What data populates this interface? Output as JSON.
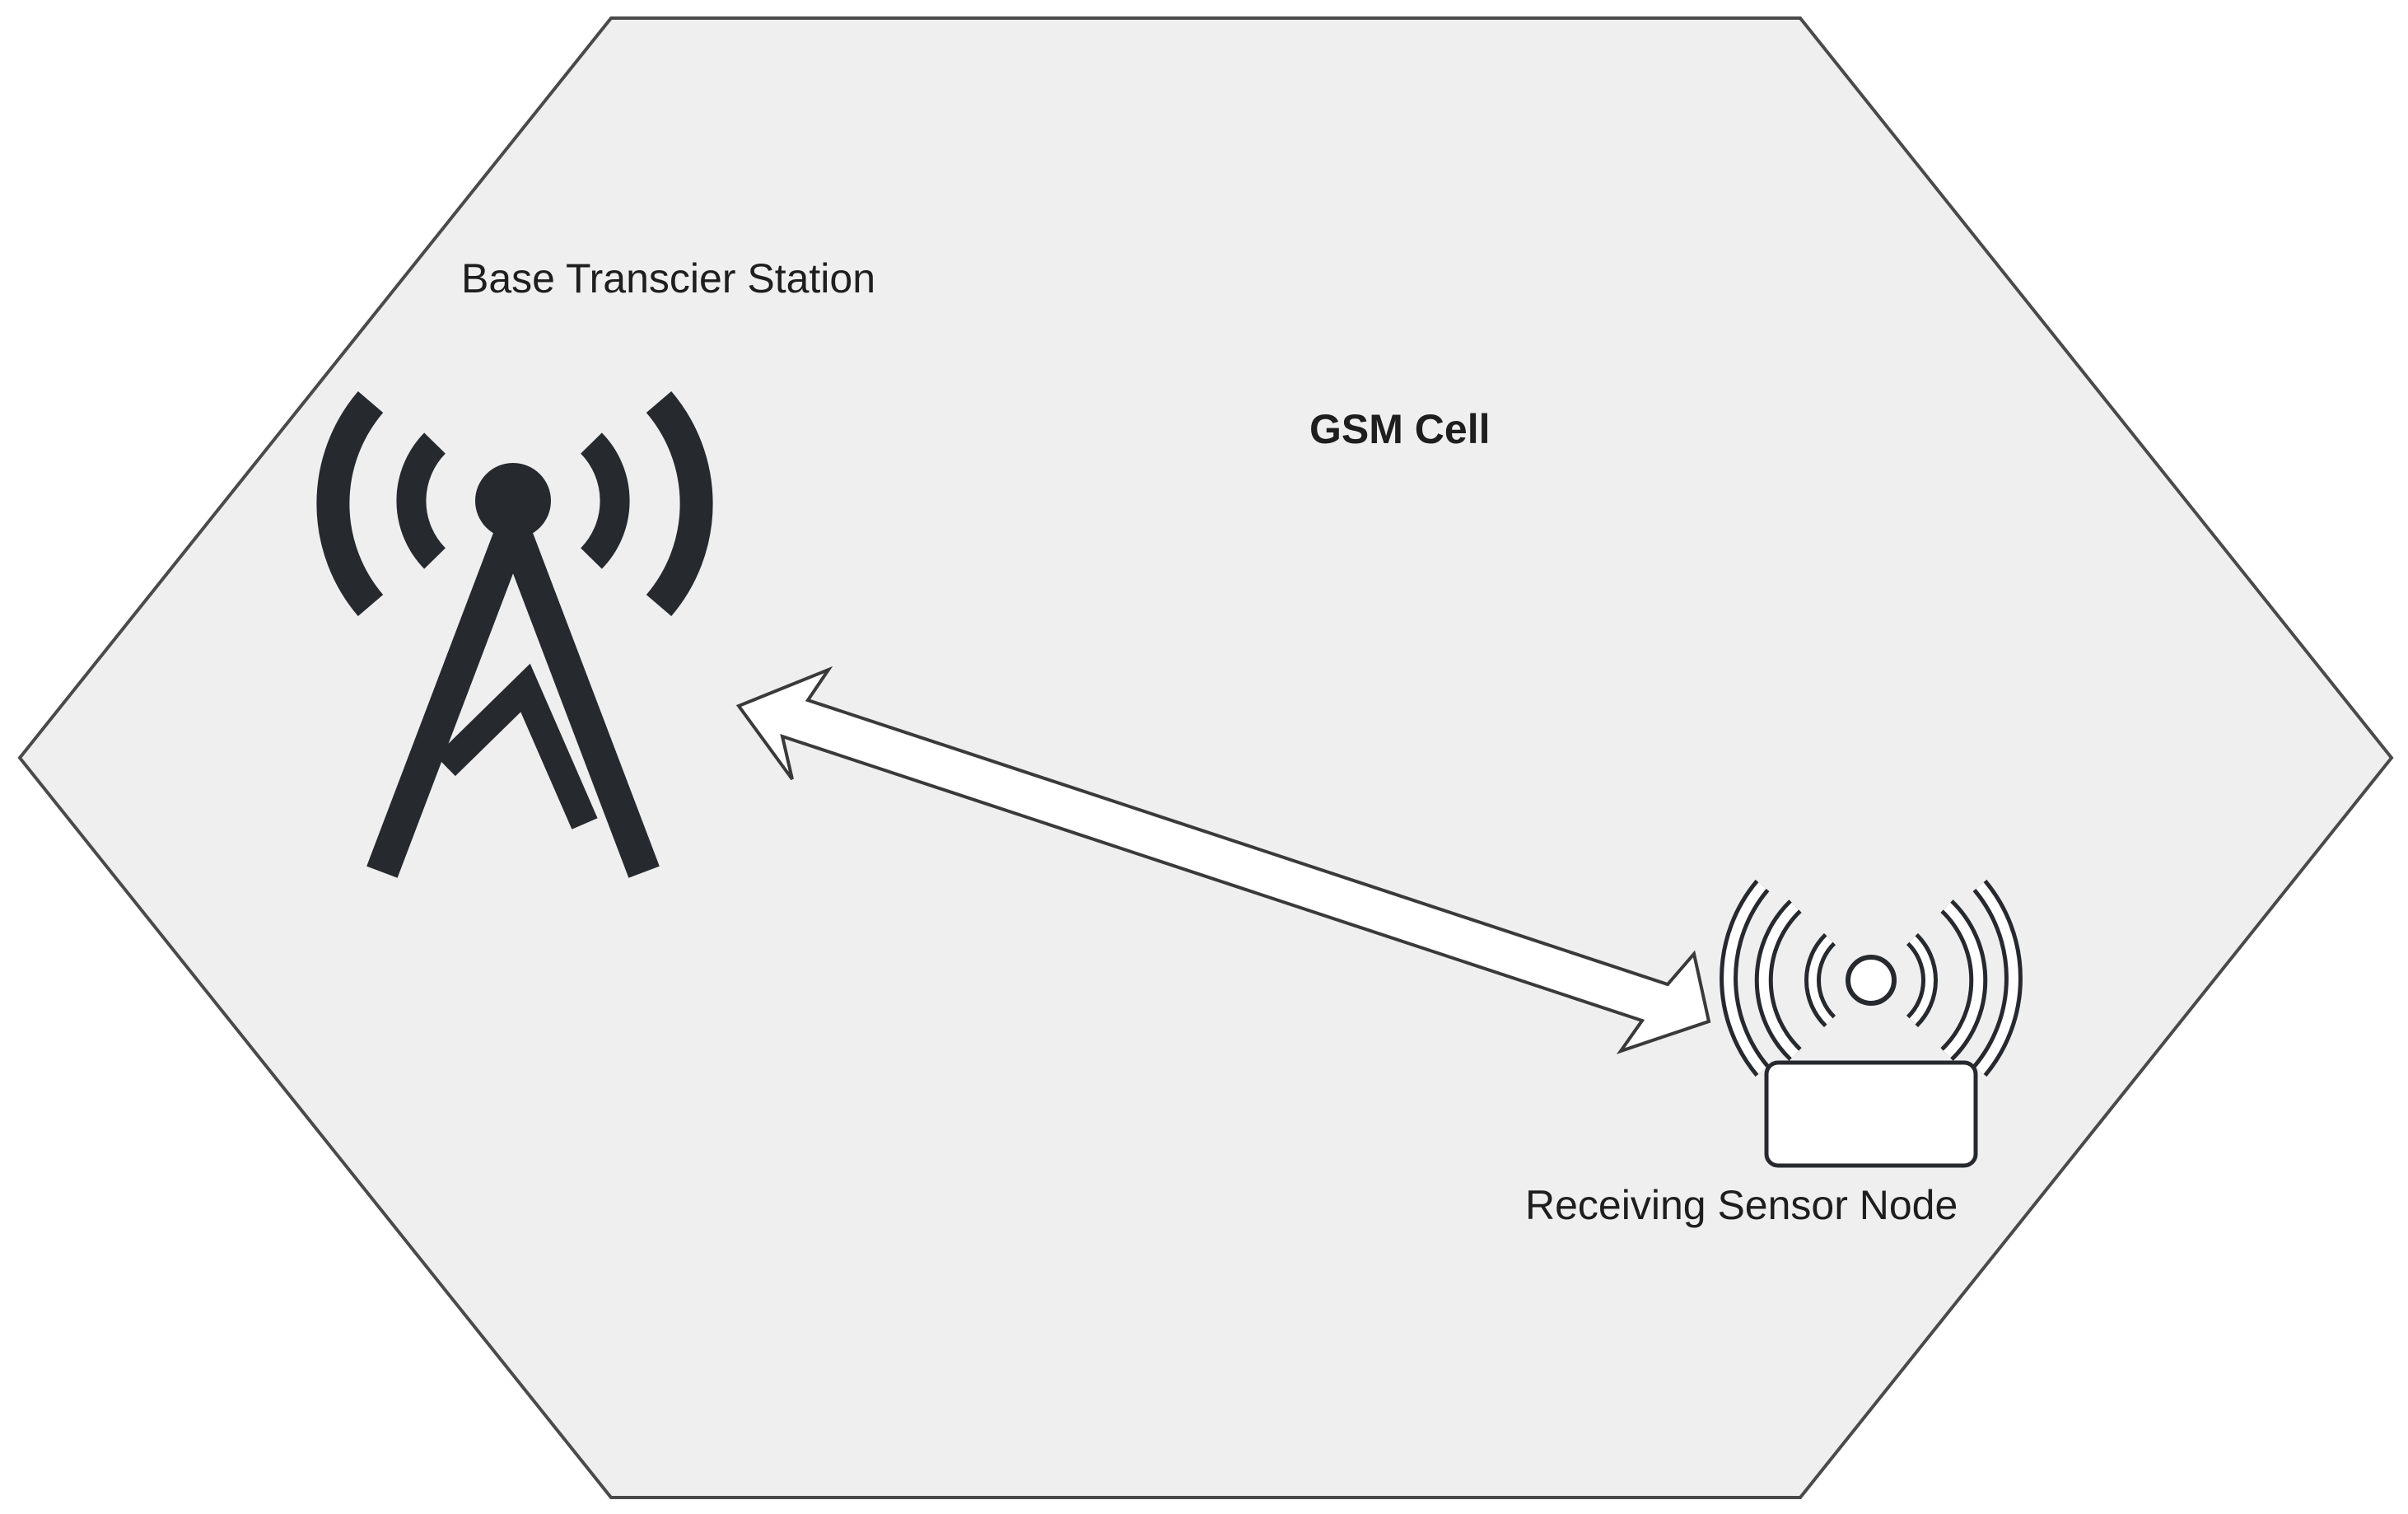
{
  "diagram": {
    "cell_label": "GSM Cell",
    "bts_label": "Base Transcier Station",
    "sensor_label": "Receiving Sensor Node"
  },
  "colors": {
    "cell_fill": "#efefef",
    "cell_stroke": "#4a4a4a",
    "icon_dark": "#26292e",
    "arrow_fill": "#ffffff",
    "arrow_stroke": "#3a3a3a",
    "text": "#1e1e1e"
  },
  "icons": {
    "tower": "cell-tower-icon",
    "sensor": "wireless-sensor-icon",
    "link": "double-arrow-icon"
  }
}
